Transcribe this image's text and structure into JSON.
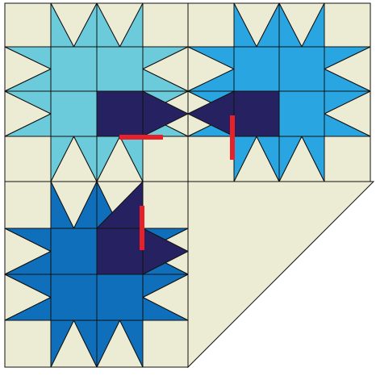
{
  "colors": {
    "background": "#ecebd3",
    "light_cyan": "#6ccbdb",
    "bright_blue": "#29a6e2",
    "medium_blue": "#0f6fbb",
    "navy": "#262261",
    "marker_red": "#e8202a",
    "seam": "#111111"
  },
  "blocks": [
    {
      "name": "top-left-star-block",
      "star_color": "light_cyan",
      "center_color": "navy",
      "center_quadrant": "bottom-right"
    },
    {
      "name": "top-right-star-block",
      "star_color": "bright_blue",
      "center_color": "navy",
      "center_quadrant": "bottom-left"
    },
    {
      "name": "bottom-left-star-block",
      "star_color": "medium_blue",
      "center_color": "navy",
      "center_quadrant": "top-right"
    },
    {
      "name": "bottom-right-folded-triangle",
      "fill_color": "background"
    }
  ],
  "markers": [
    {
      "name": "seam-marker-horizontal",
      "orientation": "horizontal",
      "color": "marker_red"
    },
    {
      "name": "seam-marker-vertical-right",
      "orientation": "vertical",
      "color": "marker_red"
    },
    {
      "name": "seam-marker-vertical-bottom",
      "orientation": "vertical",
      "color": "marker_red"
    }
  ]
}
